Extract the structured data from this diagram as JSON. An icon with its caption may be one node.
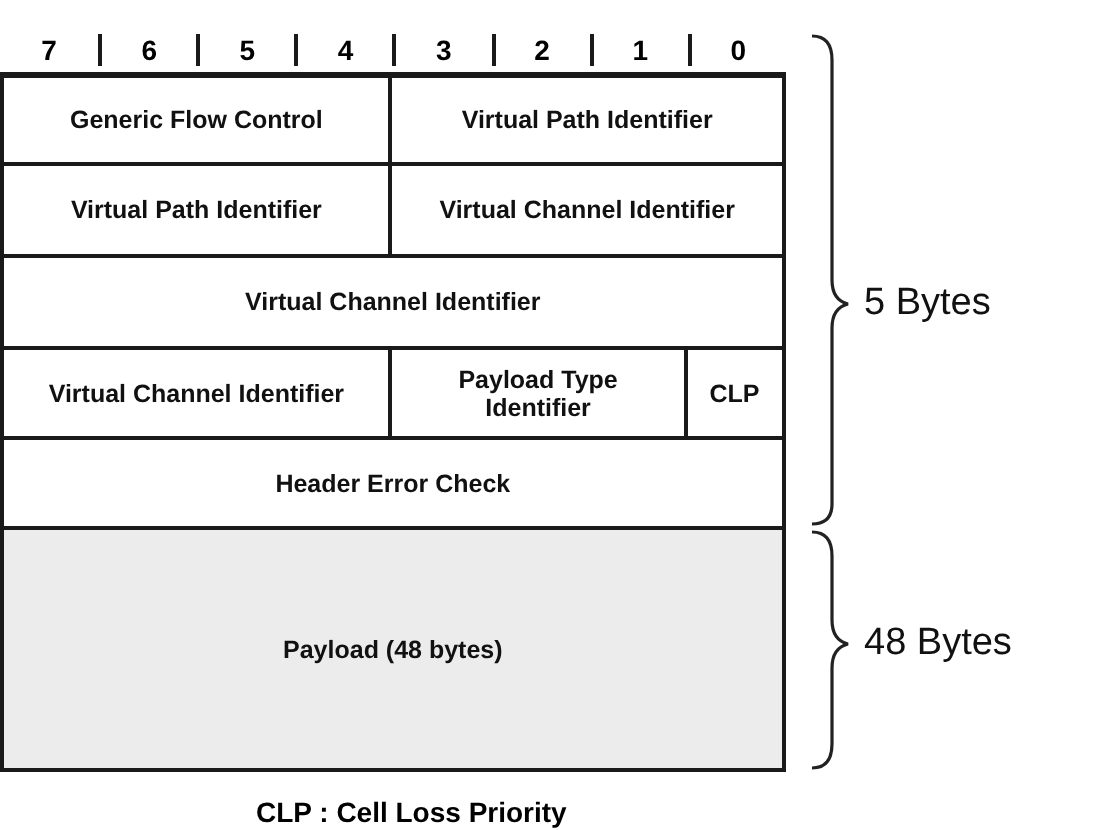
{
  "diagram": {
    "caption": "CLP : Cell Loss Priority",
    "nodes": [
      {
        "text": [
          "Generic Flow Control"
        ]
      },
      {
        "text": [
          "Virtual Path Identifier"
        ]
      },
      {
        "text": [
          "Virtual Path Identifier"
        ]
      },
      {
        "text": [
          "Virtual Channel Identifier"
        ]
      },
      {
        "text": [
          "Virtual Channel Identifier"
        ]
      },
      {
        "text": [
          "Virtual Channel Identifier"
        ]
      },
      {
        "text": [
          "Payload Type Identifier"
        ]
      },
      {
        "text": [
          "CLP"
        ]
      },
      {
        "text": [
          "Header Error Check"
        ]
      },
      {
        "text": [
          "Payload (48 bytes)"
        ]
      }
    ],
    "edges": [],
    "labels": [
      "7",
      "6",
      "5",
      "4",
      "3",
      "2",
      "1",
      "0",
      "5 Bytes",
      "48 Bytes"
    ]
  }
}
